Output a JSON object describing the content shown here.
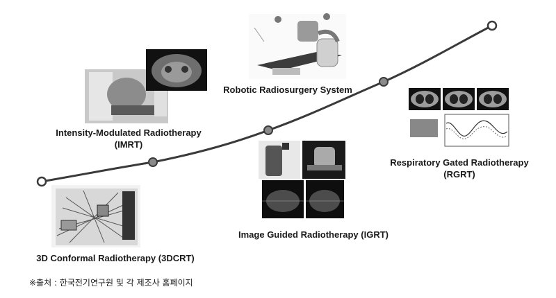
{
  "stages": [
    {
      "title": "3D Conformal Radiotherapy (3DCRT)",
      "abbr": ""
    },
    {
      "title": "Intensity-Modulated Radiotherapy",
      "abbr": "(IMRT)"
    },
    {
      "title": "Image Guided Radiotherapy (IGRT)",
      "abbr": ""
    },
    {
      "title": "Robotic Radiosurgery System",
      "abbr": ""
    },
    {
      "title": "Respiratory Gated Radiotherapy",
      "abbr": "(RGRT)"
    }
  ],
  "source": "※출처 : 한국전기연구원 및 각 제조사 홈페이지",
  "colors": {
    "curve": "#3a3a3a",
    "node_fill": "#8a8a8a",
    "end_node_fill": "#ffffff"
  }
}
